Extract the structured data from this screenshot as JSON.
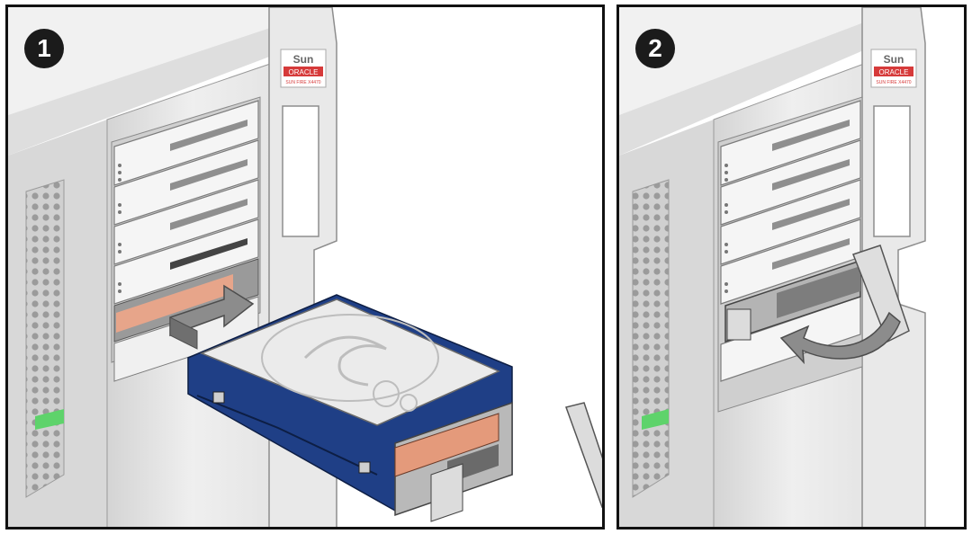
{
  "steps": [
    {
      "number": "1",
      "logo": {
        "brand": "Sun",
        "sub": "ORACLE",
        "fine": "SUN FIRE X4470"
      }
    },
    {
      "number": "2",
      "logo": {
        "brand": "Sun",
        "sub": "ORACLE",
        "fine": "SUN FIRE X4470"
      }
    }
  ],
  "colors": {
    "chassis": "#e6e6e6",
    "chassis_shadow": "#c9c9c9",
    "drive_carrier": "#1f3f86",
    "drive_platter": "#ebebeb",
    "drive_vent": "#e49a7b",
    "arrow": "#8c8c8c",
    "led": "#5ed36b",
    "logo_red": "#d63a3a"
  }
}
